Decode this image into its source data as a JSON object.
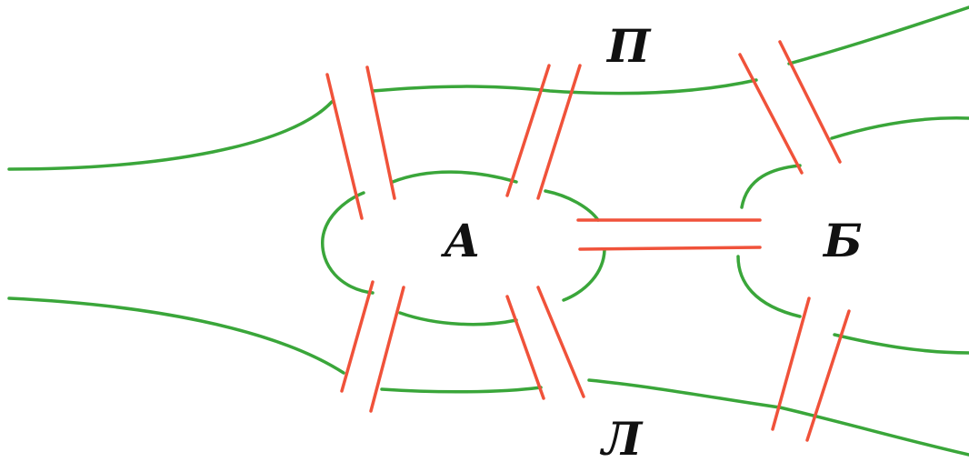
{
  "labels": {
    "island_a": "А",
    "island_b": "Б",
    "bank_p": "П",
    "bank_l": "Л"
  },
  "colors": {
    "land": "#3aa63a",
    "bridge": "#f0523a",
    "text": "#111111"
  },
  "bridges": [
    {
      "from": "А",
      "to": "П"
    },
    {
      "from": "А",
      "to": "П"
    },
    {
      "from": "А",
      "to": "Л"
    },
    {
      "from": "А",
      "to": "Л"
    },
    {
      "from": "А",
      "to": "Б"
    },
    {
      "from": "Б",
      "to": "П"
    },
    {
      "from": "Б",
      "to": "Л"
    }
  ]
}
